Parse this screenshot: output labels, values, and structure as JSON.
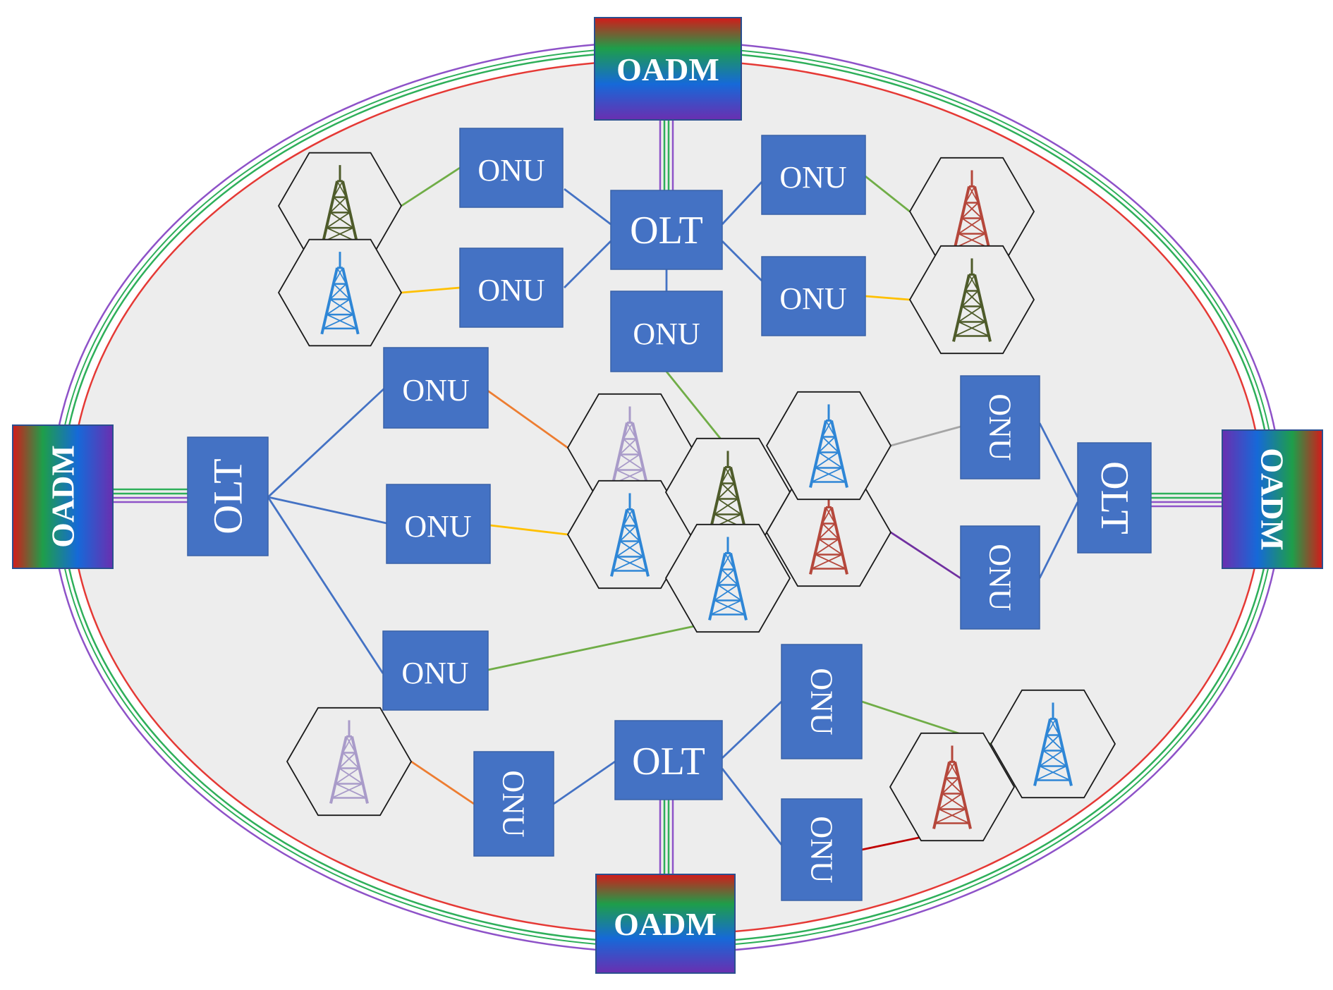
{
  "labels": {
    "oadm": "OADM",
    "olt": "OLT",
    "onu": "ONU"
  },
  "colors": {
    "box_fill": "#4472C4",
    "box_text": "#ffffff",
    "ellipse_fill": "#EDEDED",
    "ring_red": "#E53935",
    "ring_green": "#2EAF5A",
    "ring_purple": "#8E52C8",
    "link_blue": "#4472C4",
    "link_green": "#70AD47",
    "link_yellow": "#FFC000",
    "link_orange": "#ED7D31",
    "link_gray": "#A5A5A5",
    "link_purple": "#7030A0",
    "link_darkred": "#C00000",
    "tower_olive": "#4E5B2A",
    "tower_blue": "#2E86D6",
    "tower_red": "#B5473B",
    "tower_lavender": "#A99BC9"
  },
  "diagram": {
    "oadm_nodes": [
      {
        "id": "oadm-top",
        "label": "OADM"
      },
      {
        "id": "oadm-left",
        "label": "OADM"
      },
      {
        "id": "oadm-right",
        "label": "OADM"
      },
      {
        "id": "oadm-bottom",
        "label": "OADM"
      }
    ],
    "olt_nodes": [
      {
        "id": "olt-top",
        "label": "OLT"
      },
      {
        "id": "olt-left",
        "label": "OLT"
      },
      {
        "id": "olt-right",
        "label": "OLT"
      },
      {
        "id": "olt-bottom",
        "label": "OLT"
      }
    ],
    "onu_nodes": [
      {
        "id": "onu-top-1",
        "label": "ONU"
      },
      {
        "id": "onu-top-2",
        "label": "ONU"
      },
      {
        "id": "onu-top-3",
        "label": "ONU"
      },
      {
        "id": "onu-top-4",
        "label": "ONU"
      },
      {
        "id": "onu-top-5",
        "label": "ONU"
      },
      {
        "id": "onu-left-1",
        "label": "ONU"
      },
      {
        "id": "onu-left-2",
        "label": "ONU"
      },
      {
        "id": "onu-left-3",
        "label": "ONU"
      },
      {
        "id": "onu-right-1",
        "label": "ONU"
      },
      {
        "id": "onu-right-2",
        "label": "ONU"
      },
      {
        "id": "onu-bottom-1",
        "label": "ONU"
      },
      {
        "id": "onu-bottom-2",
        "label": "ONU"
      },
      {
        "id": "onu-bottom-3",
        "label": "ONU"
      }
    ],
    "cell_towers": [
      {
        "id": "cell-tl-1",
        "color": "olive"
      },
      {
        "id": "cell-tl-2",
        "color": "blue"
      },
      {
        "id": "cell-tr-1",
        "color": "red"
      },
      {
        "id": "cell-tr-2",
        "color": "olive"
      },
      {
        "id": "cell-c-1",
        "color": "lavender"
      },
      {
        "id": "cell-c-2",
        "color": "blue"
      },
      {
        "id": "cell-c-3",
        "color": "olive"
      },
      {
        "id": "cell-c-4",
        "color": "blue"
      },
      {
        "id": "cell-c-5",
        "color": "red"
      },
      {
        "id": "cell-c-6",
        "color": "blue"
      },
      {
        "id": "cell-bl-1",
        "color": "lavender"
      },
      {
        "id": "cell-br-1",
        "color": "red"
      },
      {
        "id": "cell-br-2",
        "color": "blue"
      }
    ]
  }
}
